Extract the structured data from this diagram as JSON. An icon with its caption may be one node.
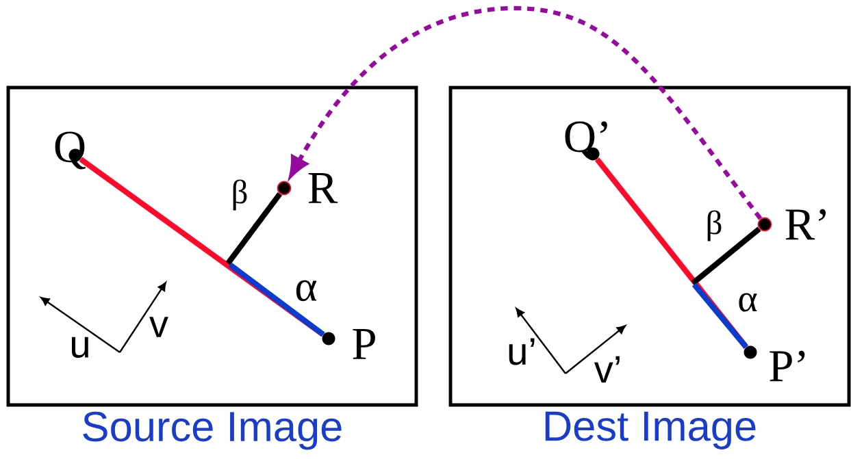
{
  "diagram": {
    "nodes": [
      {
        "text": [
          "Source Image"
        ]
      },
      {
        "text": [],
        "shape": "circle",
        "in": 0,
        "beside": [
          "Q"
        ]
      },
      {
        "text": [],
        "shape": "circle",
        "in": 0,
        "beside": [
          "R"
        ]
      },
      {
        "text": [],
        "shape": "circle",
        "in": 0,
        "beside": [
          "P"
        ]
      },
      {
        "text": [
          "Dest Image"
        ]
      },
      {
        "text": [],
        "shape": "circle",
        "in": 4,
        "beside": [
          "Q’"
        ]
      },
      {
        "text": [],
        "shape": "circle",
        "in": 4,
        "beside": [
          "R’"
        ]
      },
      {
        "text": [],
        "shape": "circle",
        "in": 4,
        "beside": [
          "P’"
        ]
      }
    ],
    "edges": [
      {
        "from": 1,
        "to": 3,
        "arrow": "none",
        "color": "#ff0a2a"
      },
      {
        "from": 2,
        "to": null,
        "arrow": "none",
        "color": "#000000"
      },
      {
        "from": 3,
        "to": null,
        "arrow": "none",
        "color": "#0a3cd0"
      },
      {
        "from": 5,
        "to": 7,
        "arrow": "none",
        "color": "#ff0a2a"
      },
      {
        "from": 6,
        "to": null,
        "arrow": "none",
        "color": "#000000"
      },
      {
        "from": 7,
        "to": null,
        "arrow": "none",
        "color": "#0a3cd0"
      },
      {
        "from": 6,
        "to": 2,
        "arrow": "to",
        "style": "dashed",
        "color": "#960aa0"
      }
    ],
    "labels": [
      "β",
      "α",
      "u",
      "v",
      "β",
      "α",
      "u’",
      "v’"
    ]
  }
}
